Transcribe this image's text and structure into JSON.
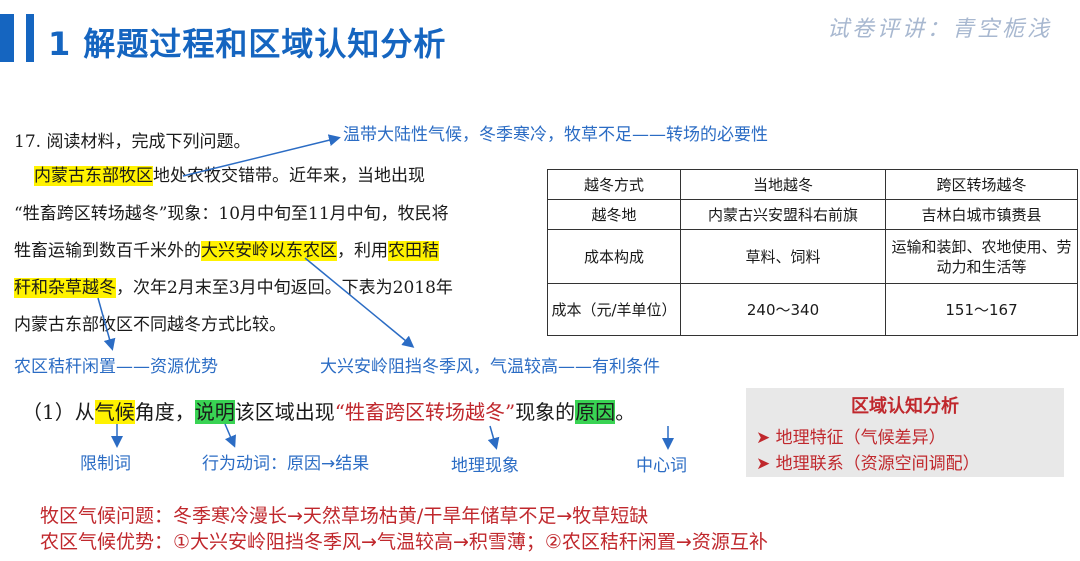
{
  "header": {
    "title": "1 解题过程和区域认知分析",
    "watermark": "试卷评讲：青空栀浅"
  },
  "question": {
    "line1": "17. 阅读材料，完成下列问题。",
    "line2_hl": "内蒙古东部牧区",
    "line2_rest": "地处农牧交错带。近年来，当地出现",
    "line3": "“牲畜跨区转场越冬”现象：10月中旬至11月中旬，牧民将",
    "line4_a": "牲畜运输到数百千米外的",
    "line4_hl1": "大兴安岭以东农区",
    "line4_b": "，利用",
    "line4_hl2": "农田秸",
    "line5_hl": "秆和杂草越冬",
    "line5_rest": "，次年2月末至3月中旬返回。下表为2018年",
    "line6": "内蒙古东部牧区不同越冬方式比较。"
  },
  "annotations": {
    "climate": "温带大陆性气候，冬季寒冷，牧草不足——转场的必要性",
    "straw": "农区秸秆闲置——资源优势",
    "mountain": "大兴安岭阻挡冬季风，气温较高——有利条件",
    "limit_word": "限制词",
    "verb_word": "行为动词：原因→结果",
    "phenomenon": "地理现象",
    "center_word": "中心词"
  },
  "table": {
    "rows": [
      [
        "越冬方式",
        "当地越冬",
        "跨区转场越冬"
      ],
      [
        "越冬地",
        "内蒙古兴安盟科右前旗",
        "吉林白城市镇赉县"
      ],
      [
        "成本构成",
        "草料、饲料",
        "运输和装卸、农地使用、劳动力和生活等"
      ],
      [
        "成本（元/羊单位）",
        "240～340",
        "151～167"
      ]
    ]
  },
  "sub_question": {
    "a": "（1）从",
    "hl_climate": "气候",
    "b": "角度，",
    "hl_explain": "说明",
    "c": "该区域出现",
    "red": "“牲畜跨区转场越冬”",
    "d": "现象的",
    "hl_reason": "原因",
    "e": "。"
  },
  "analysis": {
    "title": "区域认知分析",
    "items": [
      "地理特征（气候差异）",
      "地理联系（资源空间调配）"
    ]
  },
  "conclusions": {
    "line1": "牧区气候问题：冬季寒冷漫长→天然草场枯黄/干旱年储草不足→牧草短缺",
    "line2": "农区气候优势：①大兴安岭阻挡冬季风→气温较高→积雪薄；②农区秸秆闲置→资源互补"
  },
  "colors": {
    "title_blue": "#1565c0",
    "note_blue": "#2b6cc4",
    "red": "#c0282d",
    "highlight_yellow": "#fff200",
    "highlight_green": "#39d353"
  }
}
